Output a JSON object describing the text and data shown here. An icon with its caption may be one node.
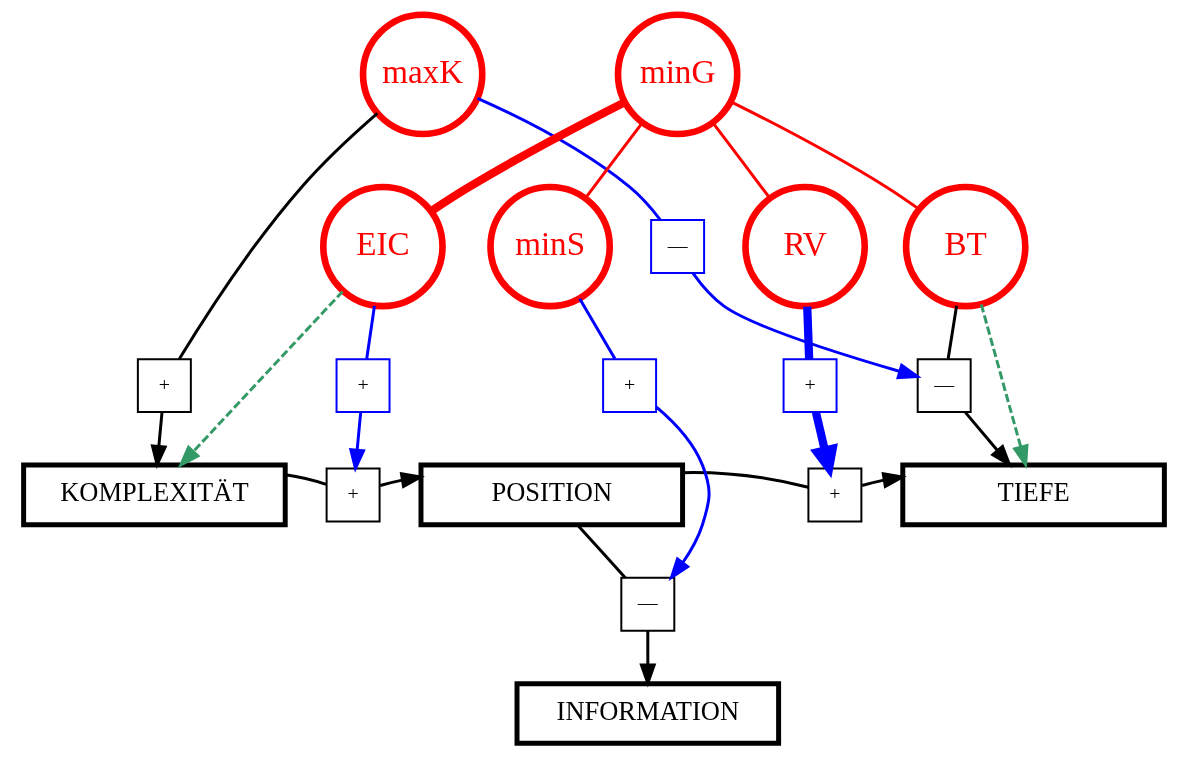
{
  "diagram": {
    "nodes": [
      {
        "text": [
          "maxK"
        ]
      },
      {
        "text": [
          "minG"
        ]
      },
      {
        "text": [
          "EIC"
        ]
      },
      {
        "text": [
          "minS"
        ]
      },
      {
        "text": [
          "RV"
        ]
      },
      {
        "text": [
          "BT"
        ]
      },
      {
        "text": [
          "KOMPLEXITÄT"
        ]
      },
      {
        "text": [
          "POSITION"
        ]
      },
      {
        "text": [
          "TIEFE"
        ]
      },
      {
        "text": [
          "INFORMATION"
        ]
      },
      {
        "text": [
          "—"
        ]
      },
      {
        "text": [
          "+"
        ]
      },
      {
        "text": [
          "+"
        ]
      },
      {
        "text": [
          "+"
        ]
      },
      {
        "text": [
          "+"
        ]
      },
      {
        "text": [
          "—"
        ]
      },
      {
        "text": [
          "+"
        ]
      },
      {
        "text": [
          "+"
        ]
      },
      {
        "text": [
          "—"
        ]
      }
    ],
    "edges": [
      {
        "from": 0,
        "to": 10,
        "arrow": "none",
        "color": "#0000ff"
      },
      {
        "from": 10,
        "to": 15,
        "arrow": "to",
        "color": "#0000ff"
      },
      {
        "from": 0,
        "to": 11,
        "arrow": "none"
      },
      {
        "from": 11,
        "to": 6,
        "arrow": "to"
      },
      {
        "from": 1,
        "to": 2,
        "arrow": "none",
        "color": "#ff0000",
        "style": "thick"
      },
      {
        "from": 1,
        "to": 3,
        "arrow": "none",
        "color": "#ff0000"
      },
      {
        "from": 1,
        "to": 4,
        "arrow": "none",
        "color": "#ff0000"
      },
      {
        "from": 1,
        "to": 5,
        "arrow": "none",
        "color": "#ff0000"
      },
      {
        "from": 2,
        "to": 6,
        "arrow": "to",
        "style": "dashed",
        "color": "#339966"
      },
      {
        "from": 2,
        "to": 12,
        "arrow": "none",
        "color": "#0000ff"
      },
      {
        "from": 12,
        "to": 16,
        "arrow": "to",
        "color": "#0000ff"
      },
      {
        "from": 3,
        "to": 13,
        "arrow": "none",
        "color": "#0000ff"
      },
      {
        "from": 13,
        "to": 18,
        "arrow": "to",
        "color": "#0000ff"
      },
      {
        "from": 4,
        "to": 14,
        "arrow": "none",
        "color": "#0000ff",
        "style": "thick"
      },
      {
        "from": 14,
        "to": 17,
        "arrow": "to",
        "color": "#0000ff",
        "style": "thick"
      },
      {
        "from": 5,
        "to": 15,
        "arrow": "none"
      },
      {
        "from": 15,
        "to": 8,
        "arrow": "to"
      },
      {
        "from": 5,
        "to": 8,
        "arrow": "to",
        "style": "dashed",
        "color": "#339966"
      },
      {
        "from": 6,
        "to": 16,
        "arrow": "none"
      },
      {
        "from": 16,
        "to": 7,
        "arrow": "to"
      },
      {
        "from": 7,
        "to": 17,
        "arrow": "none"
      },
      {
        "from": 17,
        "to": 8,
        "arrow": "to"
      },
      {
        "from": 7,
        "to": 18,
        "arrow": "none"
      },
      {
        "from": 18,
        "to": 9,
        "arrow": "to"
      }
    ]
  }
}
